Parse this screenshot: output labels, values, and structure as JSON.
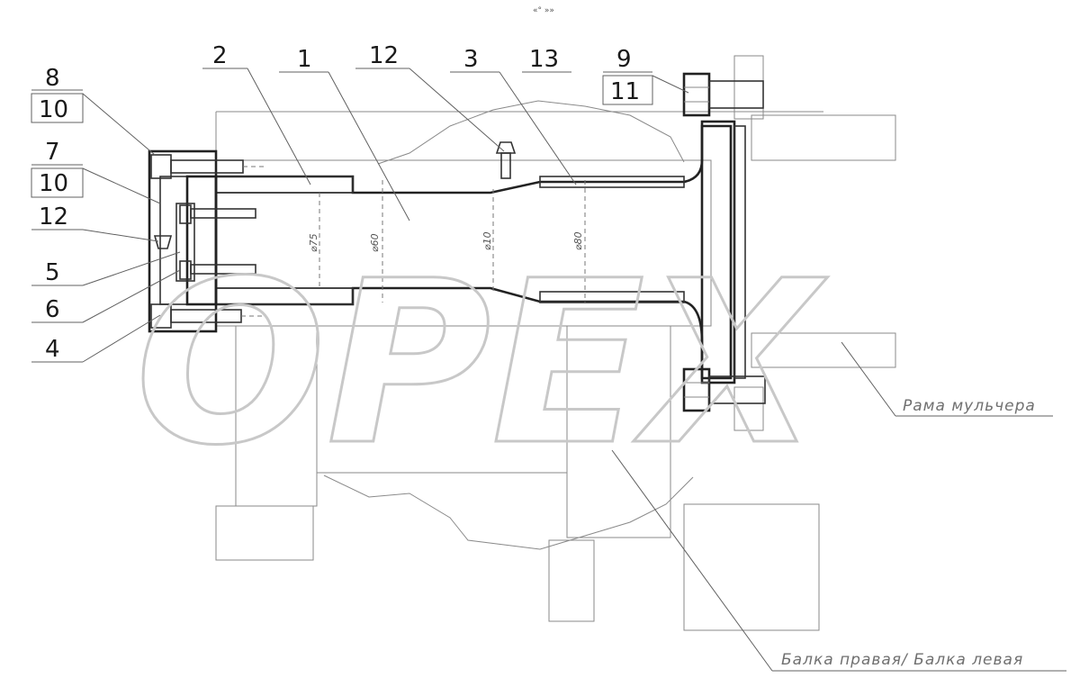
{
  "drawing": {
    "top_mark": "«° »»",
    "watermark": "OPEX",
    "callouts": {
      "c1": "1",
      "c2": "2",
      "c3": "3",
      "c4": "4",
      "c5": "5",
      "c6": "6",
      "c7": "7",
      "c8": "8",
      "c9": "9",
      "c10a": "10",
      "c10b": "10",
      "c11": "11",
      "c12a": "12",
      "c12b": "12",
      "c13": "13"
    },
    "notes": {
      "frame": "Рама мульчера",
      "beams": "Балка правая/ Балка левая"
    },
    "dimensions": {
      "d1": "⌀75",
      "d2": "⌀60",
      "d3": "⌀10",
      "d4": "⌀80"
    }
  }
}
